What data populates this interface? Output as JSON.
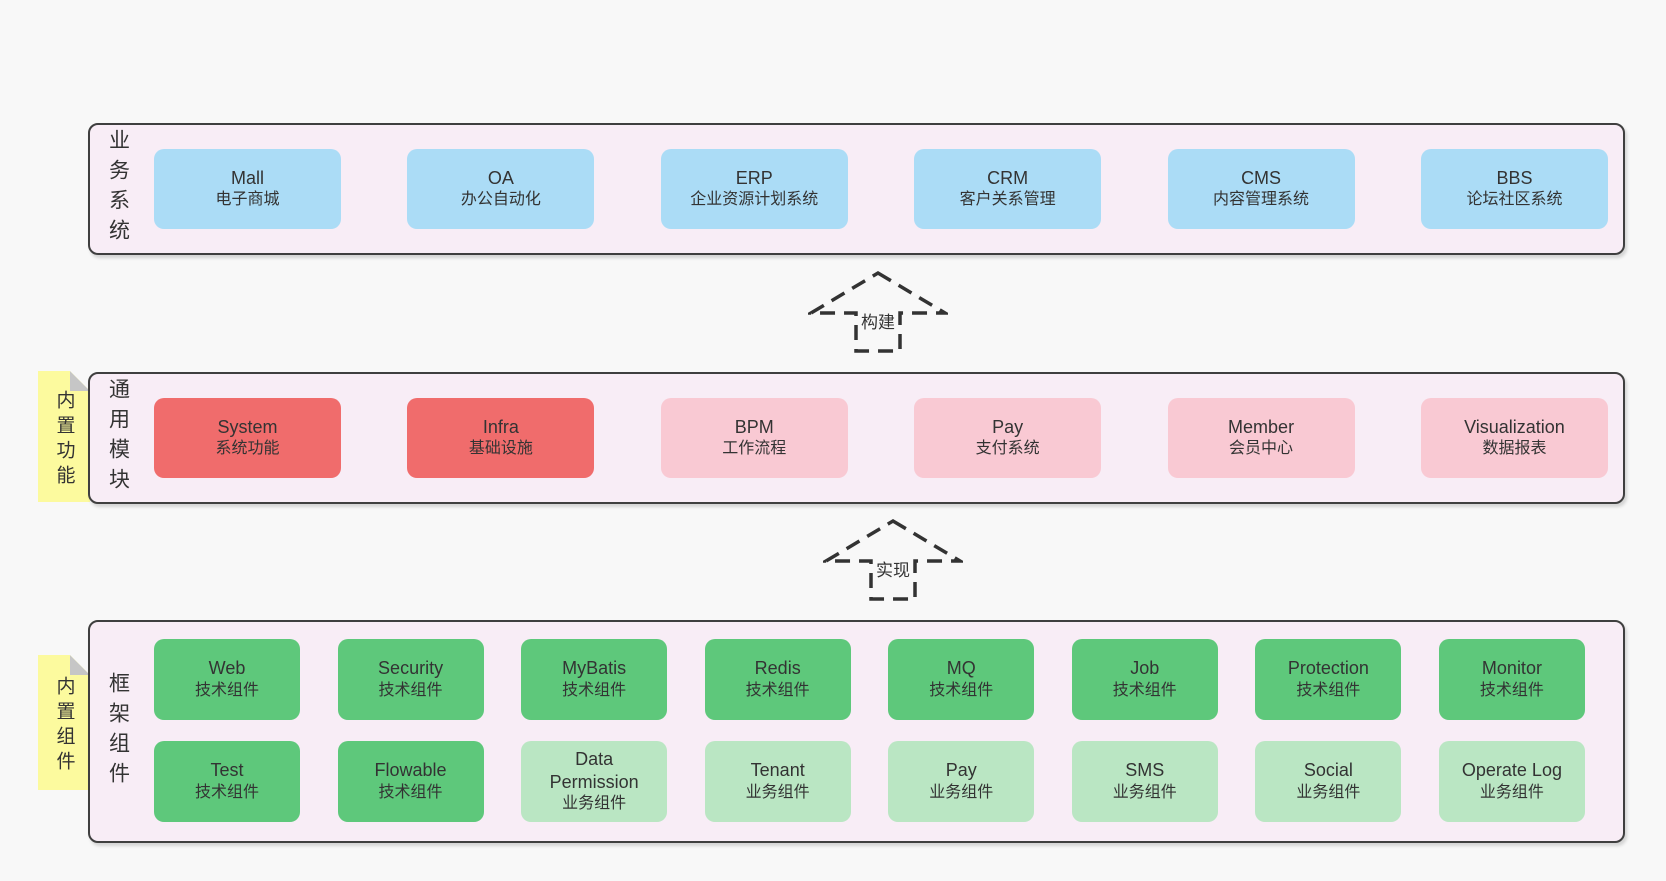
{
  "colors": {
    "page-bg": "#f8f8f8",
    "panel-bg": "#f8edf6",
    "panel-border": "#3f3f3f",
    "text": "#333333",
    "blue": "#abdcf6",
    "red": "#f06c6c",
    "pink": "#f9c9d3",
    "green": "#5ec87b",
    "lightgreen": "#bae6c3",
    "yellow": "#fcfa9e",
    "fold": "#c6c6c6"
  },
  "layers": {
    "business": {
      "label": "业务系统",
      "boxes": [
        {
          "name": "Mall",
          "desc": "电子商城"
        },
        {
          "name": "OA",
          "desc": "办公自动化"
        },
        {
          "name": "ERP",
          "desc": "企业资源计划系统"
        },
        {
          "name": "CRM",
          "desc": "客户关系管理"
        },
        {
          "name": "CMS",
          "desc": "内容管理系统"
        },
        {
          "name": "BBS",
          "desc": "论坛社区系统"
        }
      ]
    },
    "modules": {
      "label": "通用模块",
      "note": "内置功能",
      "boxes": [
        {
          "name": "System",
          "desc": "系统功能"
        },
        {
          "name": "Infra",
          "desc": "基础设施"
        },
        {
          "name": "BPM",
          "desc": "工作流程"
        },
        {
          "name": "Pay",
          "desc": "支付系统"
        },
        {
          "name": "Member",
          "desc": "会员中心"
        },
        {
          "name": "Visualization",
          "desc": "数据报表"
        }
      ]
    },
    "components": {
      "label": "框架组件",
      "note": "内置组件",
      "row1": [
        {
          "name": "Web",
          "desc": "技术组件"
        },
        {
          "name": "Security",
          "desc": "技术组件"
        },
        {
          "name": "MyBatis",
          "desc": "技术组件"
        },
        {
          "name": "Redis",
          "desc": "技术组件"
        },
        {
          "name": "MQ",
          "desc": "技术组件"
        },
        {
          "name": "Job",
          "desc": "技术组件"
        },
        {
          "name": "Protection",
          "desc": "技术组件"
        },
        {
          "name": "Monitor",
          "desc": "技术组件"
        }
      ],
      "row2": [
        {
          "name": "Test",
          "desc": "技术组件"
        },
        {
          "name": "Flowable",
          "desc": "技术组件"
        },
        {
          "name": "Data Permission",
          "desc": "业务组件"
        },
        {
          "name": "Tenant",
          "desc": "业务组件"
        },
        {
          "name": "Pay",
          "desc": "业务组件"
        },
        {
          "name": "SMS",
          "desc": "业务组件"
        },
        {
          "name": "Social",
          "desc": "业务组件"
        },
        {
          "name": "Operate Log",
          "desc": "业务组件"
        }
      ]
    }
  },
  "arrows": {
    "build": "构建",
    "implement": "实现"
  }
}
